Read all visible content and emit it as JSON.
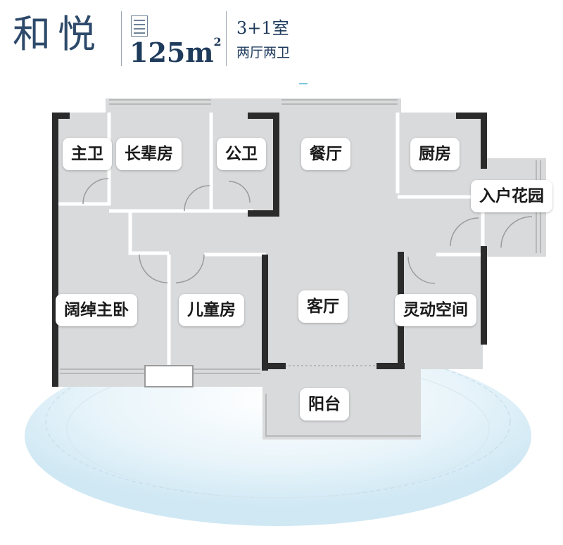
{
  "header": {
    "title": "和悦",
    "area_value": "125m",
    "area_sup": "2",
    "room_count": "3+1室",
    "halls_baths": "两厅两卫"
  },
  "rooms": {
    "master_bath": "主卫",
    "elder_room": "长辈房",
    "public_bath": "公卫",
    "dining": "餐厅",
    "kitchen": "厨房",
    "entry_garden": "入户花园",
    "master_bedroom": "阔绰主卧",
    "kids_room": "儿童房",
    "living": "客厅",
    "flex_space": "灵动空间",
    "balcony": "阳台"
  },
  "colors": {
    "title": "#2e4a6b",
    "floor": "#d9dadb",
    "wall": "#2b2b2b",
    "accent": "#7fc6e0"
  }
}
